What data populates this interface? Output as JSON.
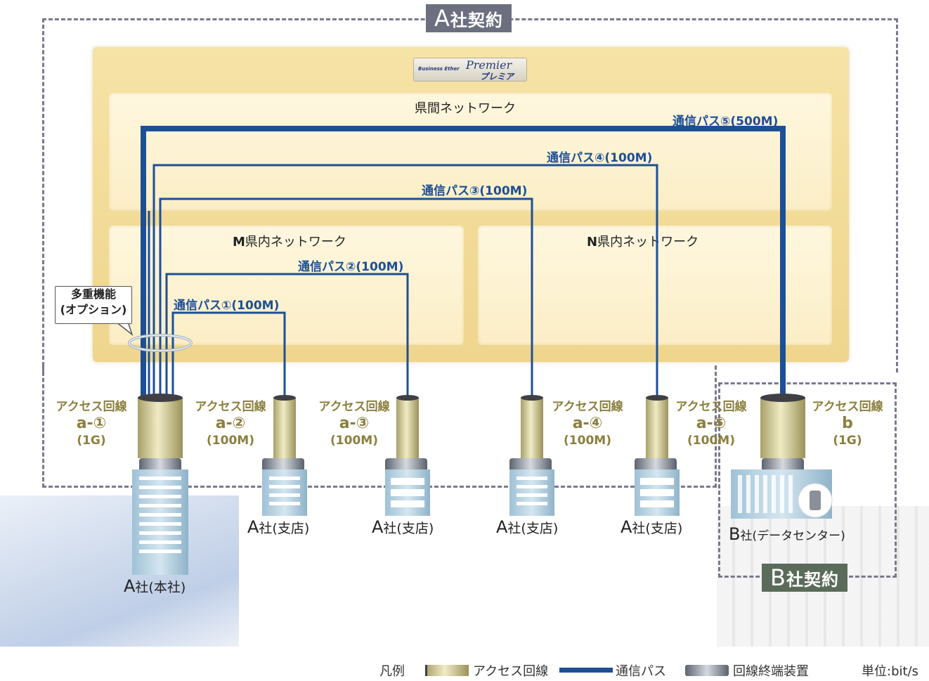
{
  "contracts": {
    "a": {
      "prefix": "A",
      "suffix": "社契約"
    },
    "b": {
      "prefix": "B",
      "suffix": "社契約"
    }
  },
  "logo": {
    "line1": "Business Ether",
    "line2": "Premier",
    "line3": "プレミア"
  },
  "networks": {
    "inter_pref": "県間ネットワーク",
    "m_pref": {
      "prefix": "M",
      "suffix": "県内ネットワーク"
    },
    "n_pref": {
      "prefix": "N",
      "suffix": "県内ネットワーク"
    }
  },
  "paths": [
    {
      "label": "通信パス①(100M)"
    },
    {
      "label": "通信パス②(100M)"
    },
    {
      "label": "通信パス③(100M)"
    },
    {
      "label": "通信パス④(100M)"
    },
    {
      "label": "通信パス⑤(500M)"
    }
  ],
  "callout": {
    "line1": "多重機能",
    "line2": "(オプション)"
  },
  "access_lines": [
    {
      "title": "アクセス回線",
      "id": "a-①",
      "bw": "(1G)"
    },
    {
      "title": "アクセス回線",
      "id": "a-②",
      "bw": "(100M)"
    },
    {
      "title": "アクセス回線",
      "id": "a-③",
      "bw": "(100M)"
    },
    {
      "title": "アクセス回線",
      "id": "a-④",
      "bw": "(100M)"
    },
    {
      "title": "アクセス回線",
      "id": "a-⑤",
      "bw": "(100M)"
    },
    {
      "title": "アクセス回線",
      "id": "b",
      "bw": "(1G)"
    }
  ],
  "sites": [
    {
      "prefix": "A",
      "suffix": "社(本社)"
    },
    {
      "prefix": "A",
      "suffix": "社(支店)"
    },
    {
      "prefix": "A",
      "suffix": "社(支店)"
    },
    {
      "prefix": "A",
      "suffix": "社(支店)"
    },
    {
      "prefix": "A",
      "suffix": "社(支店)"
    },
    {
      "prefix": "B",
      "suffix": "社(データセンター)"
    }
  ],
  "legend": {
    "title": "凡例",
    "access": "アクセス回線",
    "path": "通信パス",
    "terminal": "回線終端装置",
    "unit": "単位:bit/s"
  },
  "colors": {
    "path_blue": "#1d4f95",
    "access_olive": "#8b7f3d",
    "contract_gray": "#6b6f80",
    "network_gold": "#f1d993"
  }
}
